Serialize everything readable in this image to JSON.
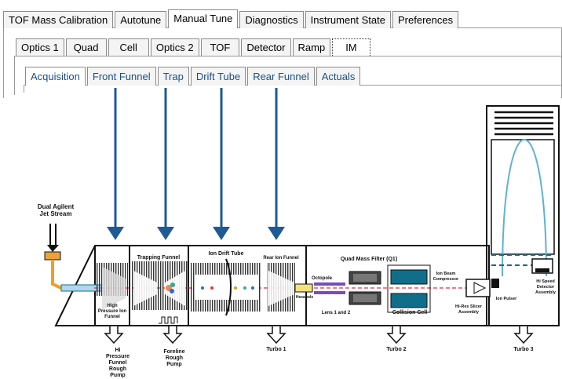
{
  "main_tabs": [
    {
      "label": "TOF Mass Calibration",
      "selected": false
    },
    {
      "label": "Autotune",
      "selected": false
    },
    {
      "label": "Manual Tune",
      "selected": true
    },
    {
      "label": "Diagnostics",
      "selected": false
    },
    {
      "label": "Instrument State",
      "selected": false
    },
    {
      "label": "Preferences",
      "selected": false
    }
  ],
  "sub_tabs": [
    {
      "label": "Optics 1",
      "selected": false
    },
    {
      "label": "Quad",
      "selected": false
    },
    {
      "label": "Cell",
      "selected": false
    },
    {
      "label": "Optics 2",
      "selected": false
    },
    {
      "label": "TOF",
      "selected": false
    },
    {
      "label": "Detector",
      "selected": false
    },
    {
      "label": "Ramp",
      "selected": false
    },
    {
      "label": "IM",
      "selected": true
    }
  ],
  "im_tabs": [
    {
      "label": "Acquisition",
      "selected": true
    },
    {
      "label": "Front Funnel",
      "selected": false
    },
    {
      "label": "Trap",
      "selected": false
    },
    {
      "label": "Drift Tube",
      "selected": false
    },
    {
      "label": "Rear Funnel",
      "selected": false
    },
    {
      "label": "Actuals",
      "selected": false
    }
  ],
  "diagram": {
    "source_label_1": "Dual Agilent",
    "source_label_2": "Jet Stream",
    "hp_funnel_label_1": "High",
    "hp_funnel_label_2": "Pressure Ion",
    "hp_funnel_label_3": "Funnel",
    "trapping_funnel": "Trapping Funnel",
    "ion_drift_tube": "Ion Drift Tube",
    "rear_ion_funnel": "Rear Ion Funnel",
    "quad_mass_filter": "Quad Mass Filter (Q1)",
    "octopole": "Octopole",
    "hexapole": "Hexapole",
    "lens": "Lens 1 and 2",
    "collision_cell": "Collision Cell",
    "beam_comp_1": "Ion Beam",
    "beam_comp_2": "Compressor",
    "slicer_1": "Hi-Res Slicer",
    "slicer_2": "Assembly",
    "ion_pulser": "Ion Pulser",
    "detector_1": "Hi Speed",
    "detector_2": "Detector",
    "detector_3": "Assembly",
    "pump1_1": "Hi",
    "pump1_2": "Pressure",
    "pump1_3": "Funnel",
    "pump1_4": "Rough",
    "pump1_5": "Pump",
    "pump2_1": "Foreline",
    "pump2_2": "Rough",
    "pump2_3": "Pump",
    "turbo1": "Turbo 1",
    "turbo2": "Turbo 2",
    "turbo3": "Turbo 3",
    "arrow_color": "#1e5a96",
    "beam_color": "#5fb0d8",
    "tube_color": "#1a6b85"
  }
}
